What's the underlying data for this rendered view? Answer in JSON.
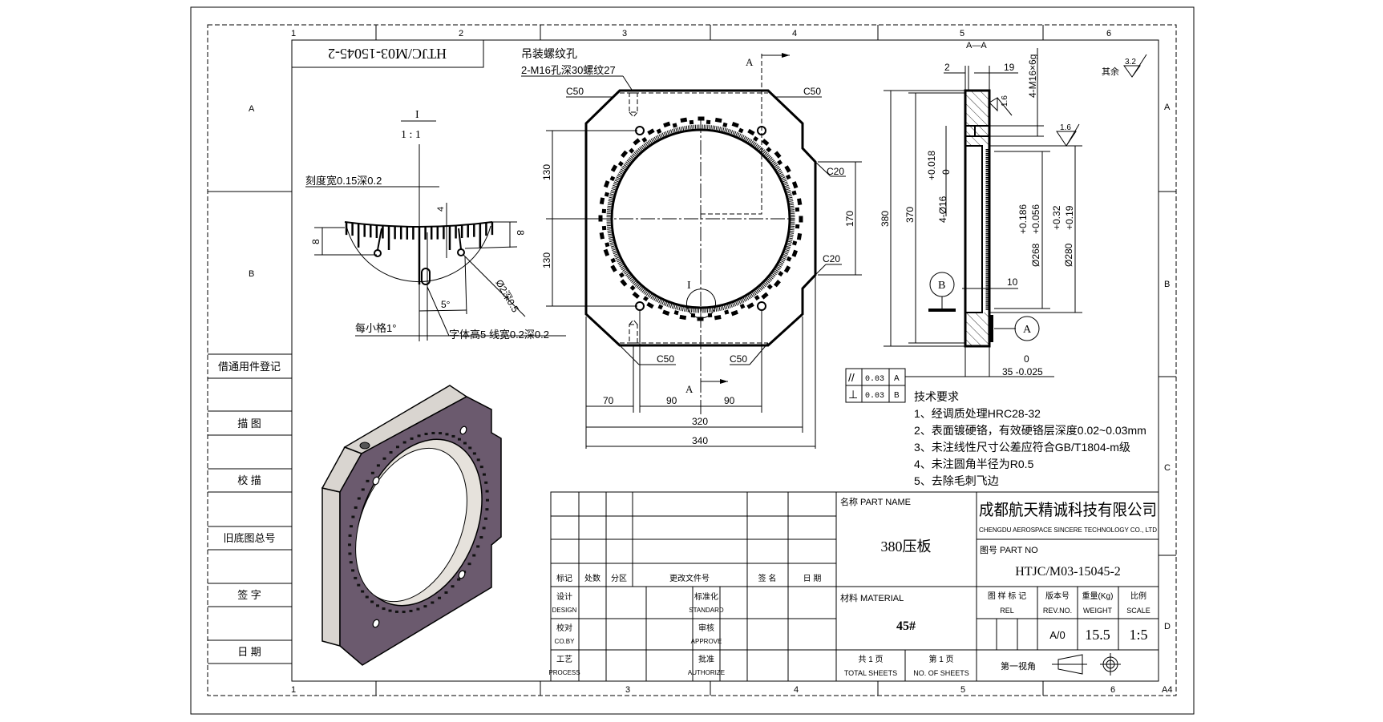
{
  "sheet": {
    "zone_columns": [
      "1",
      "2",
      "3",
      "4",
      "5",
      "6"
    ],
    "zone_rows": [
      "A",
      "B",
      "C",
      "D"
    ],
    "left_rows": [
      "A",
      "B"
    ],
    "size": "A4",
    "mirrored_part_no": "HTJC/M03-15045-2"
  },
  "left_stamp": [
    "借通用件登记",
    "描  图",
    "校  描",
    "旧底图总号",
    "签  字",
    "日  期"
  ],
  "detail_view": {
    "label": "I",
    "scale": "1 : 1",
    "notes": {
      "tick_spec": "刻度宽0.15深0.2",
      "dim_left": "8",
      "dim_right": "8",
      "dim_depth": "4",
      "angle": "5°",
      "hole": "Ø2深0.5",
      "per_division": "每小格1°",
      "font_spec": "字体高5 线宽0.2深0.2"
    }
  },
  "main_view": {
    "lifting_title": "吊装螺纹孔",
    "lifting_spec": "2-M16孔深30螺纹27",
    "section_mark": "A",
    "detail_mark": "I",
    "chamfers": [
      "C50",
      "C50",
      "C50",
      "C50",
      "C20",
      "C20"
    ],
    "dims": {
      "v_upper": "130",
      "v_lower": "130",
      "right": "170",
      "d70": "70",
      "d90a": "90",
      "d90b": "90",
      "w320": "320",
      "w340": "340"
    }
  },
  "section_view": {
    "title": "A—A",
    "dims": {
      "d2": "2",
      "d19": "19",
      "thread": "4-M16×6g",
      "h380": "380",
      "h370": "370",
      "hole": "4-Ø16",
      "hole_tol_up": "+0.018",
      "hole_tol_lo": "0",
      "bore268": "Ø268",
      "bore268_up": "+0.186",
      "bore268_lo": "+0.056",
      "bore280": "Ø280",
      "bore280_up": "+0.32",
      "bore280_lo": "+0.19",
      "d10": "10",
      "thk_up": "0",
      "thk": "35 -0.025"
    },
    "roughness": [
      "1.6",
      "1.6"
    ],
    "roughness_other_label": "其余",
    "roughness_other": "3.2",
    "datums": [
      "B",
      "A"
    ]
  },
  "tolerances": [
    {
      "symbol": "//",
      "value": "0.03",
      "datum": "A"
    },
    {
      "symbol": "⊥",
      "value": "0.03",
      "datum": "B"
    }
  ],
  "tech_requirements": {
    "title": "技术要求",
    "items": [
      "1、经调质处理HRC28-32",
      "2、表面镀硬铬，有效硬铬层深度0.02~0.03mm",
      "3、未注线性尺寸公差应符合GB/T1804-m级",
      "4、未注圆角半径为R0.5",
      "5、去除毛刺飞边"
    ]
  },
  "title_block": {
    "revision_headers": [
      "标记",
      "处数",
      "分区",
      "更改文件号",
      "签  名",
      "日  期"
    ],
    "roles": [
      {
        "cn": "设计",
        "en": "DESIGN"
      },
      {
        "cn": "校对",
        "en": "CO.BY"
      },
      {
        "cn": "工艺",
        "en": "PROCESS"
      }
    ],
    "approvals": [
      {
        "cn": "标准化",
        "en": "STANDARD"
      },
      {
        "cn": "审核",
        "en": "APPROVE"
      },
      {
        "cn": "批准",
        "en": "AUTHORIZE"
      }
    ],
    "part_name_label": "名称  PART NAME",
    "part_name": "380压板",
    "material_label": "材料  MATERIAL",
    "material": "45#",
    "total_sheets_label": "共 1 页",
    "total_sheets_en": "TOTAL SHEETS",
    "sheet_no_label": "第 1 页",
    "sheet_no_en": "NO. OF SHEETS",
    "company_cn": "成都航天精诚科技有限公司",
    "company_en": "CHENGDU AEROSPACE SINCERE TECHNOLOGY CO., LTD",
    "part_no_label": "图号  PART NO",
    "part_no": "HTJC/M03-15045-2",
    "rel_label": "图 样 标 记",
    "rel_en": "REL",
    "rev_label": "版本号",
    "rev_en": "REV.NO.",
    "weight_label": "重量(Kg)",
    "weight_en": "WEIGHT",
    "scale_label": "比例",
    "scale_en": "SCALE",
    "rev": "A/0",
    "weight": "15.5",
    "scale": "1:5",
    "projection": "第一视角"
  },
  "colors": {
    "face": "#6b5a6e",
    "side": "#d9d5d0",
    "line": "#000000"
  }
}
